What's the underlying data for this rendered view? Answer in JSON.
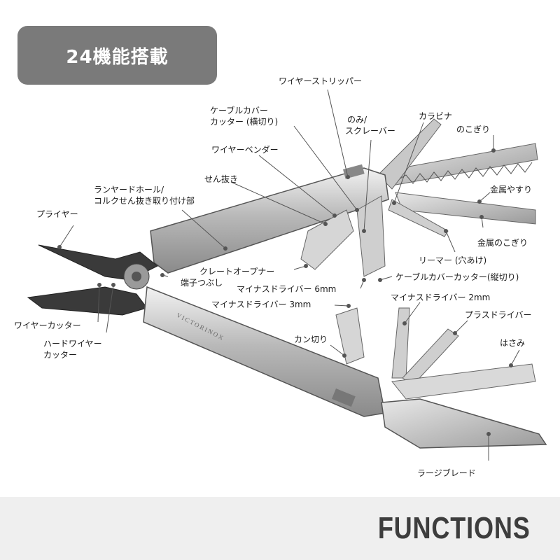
{
  "header": {
    "badge": "24機能搭載"
  },
  "brand": "VICTORINOX",
  "labels": {
    "wire_stripper": "ワイヤーストリッパー",
    "cable_cover_cutter_h1": "ケーブルカバー",
    "cable_cover_cutter_h2": "カッター (横切り)",
    "chisel1": "のみ/",
    "chisel2": "スクレーバー",
    "carabiner": "カラビナ",
    "wood_saw": "のこぎり",
    "wire_bender": "ワイヤーベンダー",
    "bottle_opener": "せん抜き",
    "lanyard1": "ランヤードホール/",
    "lanyard2": "コルクせん抜き取り付け部",
    "metal_file": "金属やすり",
    "pliers": "プライヤー",
    "metal_saw": "金属のこぎり",
    "reamer": "リーマー (穴あけ)",
    "crate_opener": "クレートオープナー",
    "crimper": "端子つぶし",
    "cable_cover_cutter_v": "ケーブルカバーカッター(縦切り)",
    "screwdriver_6": "マイナスドライバー 6mm",
    "screwdriver_3": "マイナスドライバー 3mm",
    "screwdriver_2": "マイナスドライバー 2mm",
    "wire_cutter": "ワイヤーカッター",
    "phillips": "プラスドライバー",
    "hard_wire1": "ハードワイヤー",
    "hard_wire2": "カッター",
    "can_opener": "カン切り",
    "scissors": "はさみ",
    "large_blade": "ラージブレード"
  },
  "footer": {
    "title": "FUNCTIONS"
  }
}
